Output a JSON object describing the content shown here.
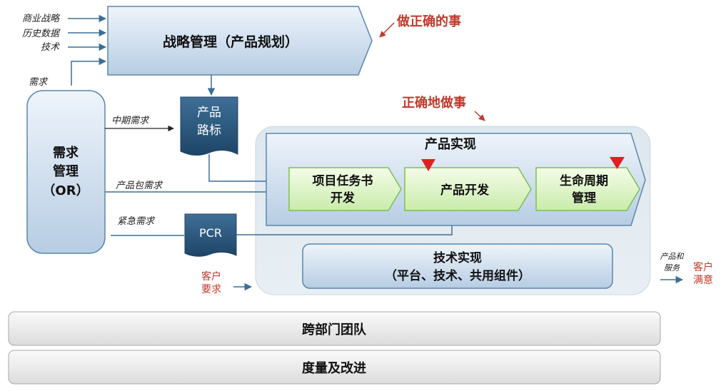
{
  "inputs": {
    "business_strategy": "商业战略",
    "historical_data": "历史数据",
    "technology": "技术",
    "requirements": "需求"
  },
  "strategy": {
    "title": "战略管理（产品规划）",
    "caption": "做正确的事"
  },
  "roadmap": {
    "line1": "产品",
    "line2": "路标"
  },
  "demand_mgmt": {
    "line1": "需求",
    "line2": "管理",
    "line3": "（OR）"
  },
  "flows": {
    "mid_term": "中期需求",
    "package": "产品包需求",
    "urgent": "紧急需求"
  },
  "pcr": "PCR",
  "realization": {
    "caption": "正确地做事",
    "title": "产品实现",
    "stage1_line1": "项目任务书",
    "stage1_line2": "开发",
    "stage2": "产品开发",
    "stage3_line1": "生命周期",
    "stage3_line2": "管理"
  },
  "tech": {
    "line1": "技术实现",
    "line2": "（平台、技术、共用组件）"
  },
  "customer_req": {
    "line1": "客户",
    "line2": "要求"
  },
  "output": {
    "product_line1": "产品和",
    "product_line2": "服务",
    "satisfaction_line1": "客户",
    "satisfaction_line2": "满意"
  },
  "bars": {
    "team": "跨部门团队",
    "measure": "度量及改进"
  }
}
